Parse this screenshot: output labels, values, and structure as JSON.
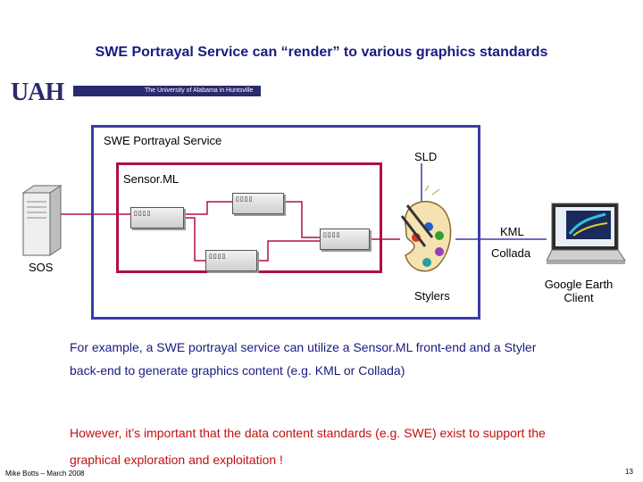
{
  "title": "SWE Portrayal Service can “render” to various graphics standards",
  "logo": {
    "uah": "UAH",
    "subtitle": "The University of Alabama in Huntsville"
  },
  "diagram": {
    "service_label": "SWE Portrayal Service",
    "sensorml_label": "Sensor.ML",
    "sld_label": "SLD",
    "sos_label": "SOS",
    "stylers_label": "Stylers",
    "kml_label": "KML",
    "collada_label": "Collada",
    "client_label": "Google Earth Client",
    "process_boxes": [
      "▯▯▯▯",
      "▯▯▯▯",
      "▯▯▯▯",
      "▯▯▯▯"
    ]
  },
  "description": "For example, a SWE portrayal service can utilize a Sensor.ML front-end and a Styler back-end to generate graphics content (e.g. KML or Collada)",
  "emphasis": "However, it’s important that the data content standards (e.g. SWE) exist to support the graphical exploration and exploitation !",
  "footer": {
    "author": "Mike Botts – March 2008",
    "page": "13"
  },
  "colors": {
    "title": "#1a1a80",
    "service_border": "#3b3ba8",
    "sensorml_border": "#b01040",
    "emphasis": "#c01010"
  }
}
